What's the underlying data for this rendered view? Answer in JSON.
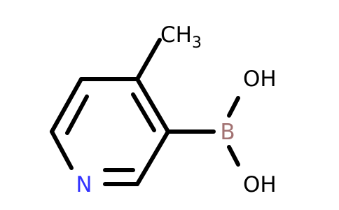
{
  "structure": {
    "colors": {
      "bond": "#000000",
      "nitrogen": "#3333ff",
      "boron": "#a27272",
      "oxygen": "#000000",
      "carbon_label": "#000000"
    },
    "atoms": {
      "nitrogen": "N",
      "boron": "B",
      "hydroxyl_top": "OH",
      "hydroxyl_bottom": "OH",
      "methyl_main": "CH",
      "methyl_subscript": "3"
    }
  }
}
